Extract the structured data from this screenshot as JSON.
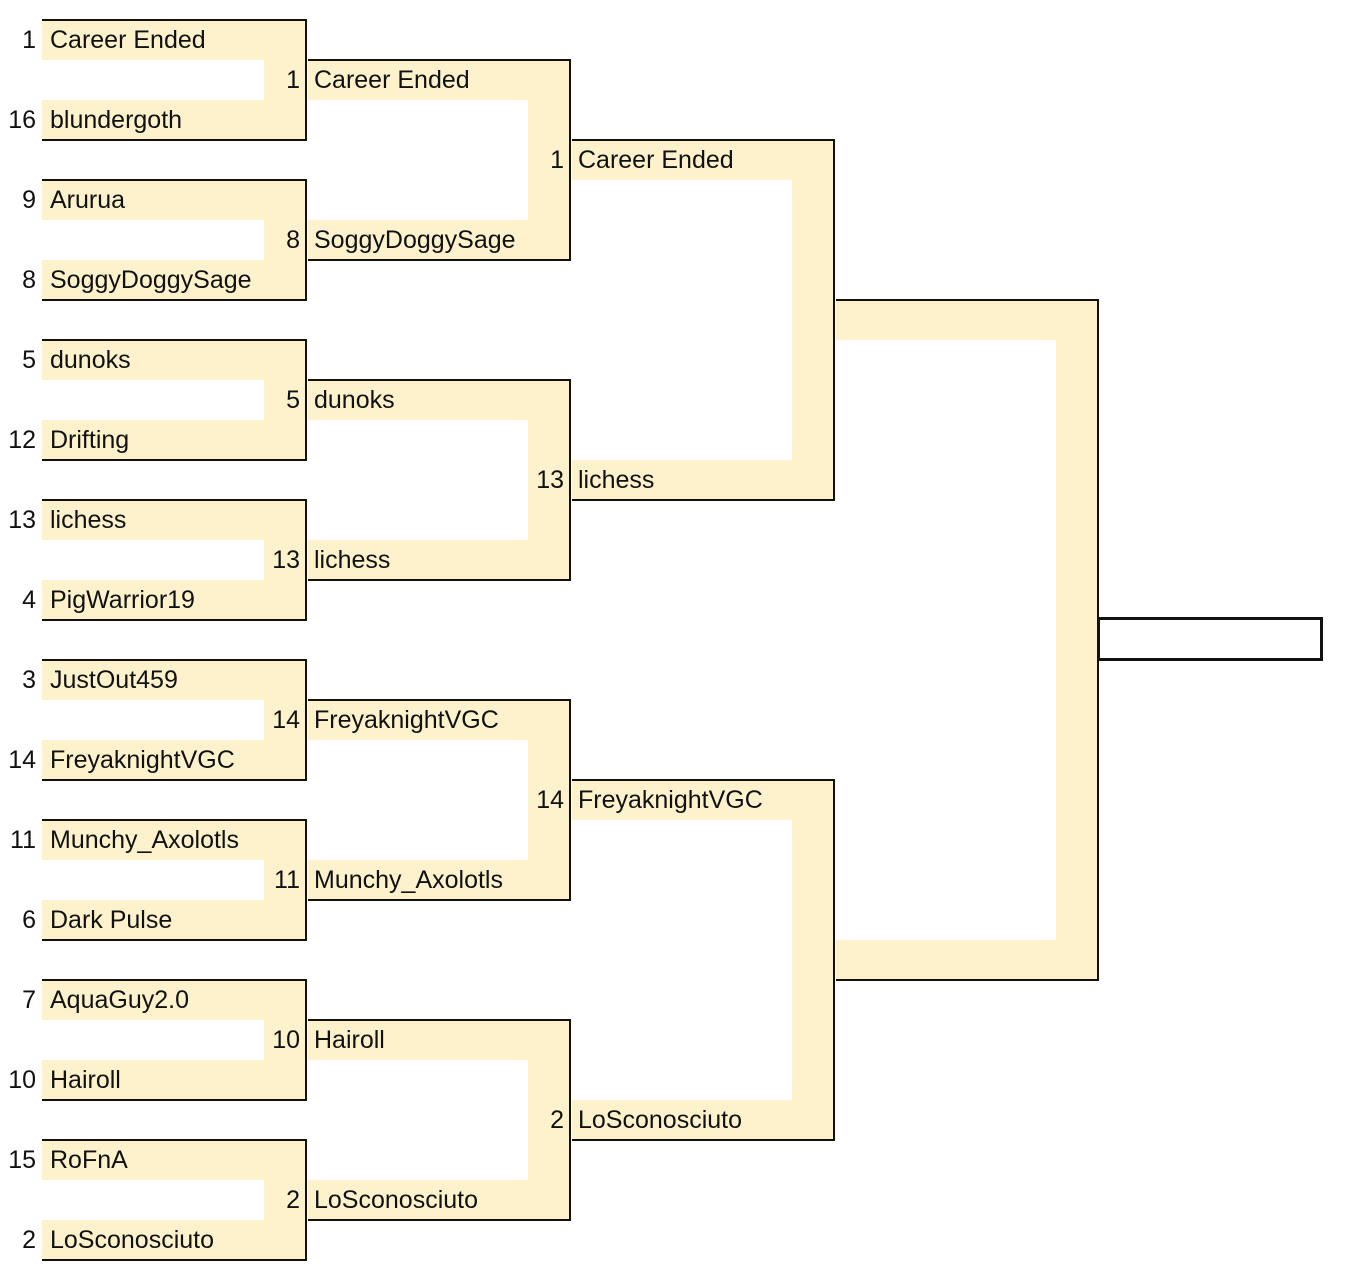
{
  "bracket": {
    "round1": [
      {
        "seed": "1",
        "name": "Career Ended"
      },
      {
        "seed": "16",
        "name": "blundergoth"
      },
      {
        "seed": "9",
        "name": "Arurua"
      },
      {
        "seed": "8",
        "name": "SoggyDoggySage"
      },
      {
        "seed": "5",
        "name": "dunoks"
      },
      {
        "seed": "12",
        "name": "Drifting"
      },
      {
        "seed": "13",
        "name": "lichess"
      },
      {
        "seed": "4",
        "name": "PigWarrior19"
      },
      {
        "seed": "3",
        "name": "JustOut459"
      },
      {
        "seed": "14",
        "name": "FreyaknightVGC"
      },
      {
        "seed": "11",
        "name": "Munchy_Axolotls"
      },
      {
        "seed": "6",
        "name": "Dark Pulse"
      },
      {
        "seed": "7",
        "name": "AquaGuy2.0"
      },
      {
        "seed": "10",
        "name": "Hairoll"
      },
      {
        "seed": "15",
        "name": "RoFnA"
      },
      {
        "seed": "2",
        "name": "LoSconosciuto"
      }
    ],
    "round2": [
      {
        "seed": "1",
        "name": "Career Ended"
      },
      {
        "seed": "8",
        "name": "SoggyDoggySage"
      },
      {
        "seed": "5",
        "name": "dunoks"
      },
      {
        "seed": "13",
        "name": "lichess"
      },
      {
        "seed": "14",
        "name": "FreyaknightVGC"
      },
      {
        "seed": "11",
        "name": "Munchy_Axolotls"
      },
      {
        "seed": "10",
        "name": "Hairoll"
      },
      {
        "seed": "2",
        "name": "LoSconosciuto"
      }
    ],
    "round3": [
      {
        "seed": "1",
        "name": "Career Ended"
      },
      {
        "seed": "13",
        "name": "lichess"
      },
      {
        "seed": "14",
        "name": "FreyaknightVGC"
      },
      {
        "seed": "2",
        "name": "LoSconosciuto"
      }
    ],
    "round4": [
      {
        "seed": "",
        "name": ""
      },
      {
        "seed": "",
        "name": ""
      }
    ],
    "champion": {
      "name": ""
    }
  }
}
